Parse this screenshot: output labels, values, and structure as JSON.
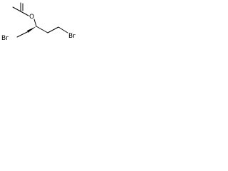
{
  "molecule": {
    "atoms": {
      "ester_oxygen": "O",
      "bromine_left": "Br",
      "bromine_right": "Br"
    },
    "stereo": {
      "chiral_center_bond": "wedge"
    },
    "colors": {
      "bond": "#000000",
      "label": "#000000",
      "background": "#ffffff"
    }
  }
}
